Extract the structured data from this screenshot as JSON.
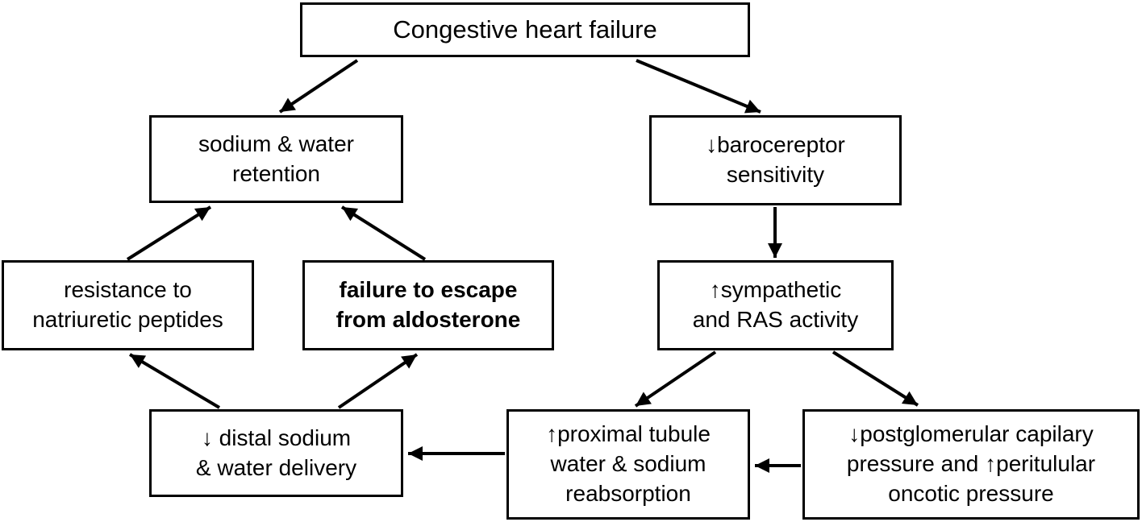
{
  "diagram": {
    "colors": {
      "background": "#ffffff",
      "border": "#000000",
      "text": "#000000",
      "arrow": "#000000"
    },
    "nodes": [
      {
        "id": "chf",
        "label": "Congestive heart failure",
        "lines": [
          "Congestive heart failure"
        ],
        "emphasis": "normal"
      },
      {
        "id": "sodium-water-retention",
        "label": "sodium & water retention",
        "lines": [
          "sodium & water",
          "retention"
        ],
        "emphasis": "normal"
      },
      {
        "id": "barocereptor-sensitivity",
        "label": "↓barocereptor sensitivity",
        "lines": [
          "↓barocereptor",
          "sensitivity"
        ],
        "emphasis": "normal"
      },
      {
        "id": "resistance-natriuretic-peptides",
        "label": "resistance to natriuretic peptides",
        "lines": [
          "resistance to",
          "natriuretic peptides"
        ],
        "emphasis": "normal"
      },
      {
        "id": "failure-escape-aldosterone",
        "label": "failure to escape from aldosterone",
        "lines": [
          "failure to escape",
          "from aldosterone"
        ],
        "emphasis": "bold"
      },
      {
        "id": "sympathetic-ras-activity",
        "label": "↑sympathetic and RAS activity",
        "lines": [
          "↑sympathetic",
          "and RAS activity"
        ],
        "emphasis": "normal"
      },
      {
        "id": "distal-sodium-water-delivery",
        "label": "↓ distal sodium & water delivery",
        "lines": [
          "↓ distal sodium",
          "& water delivery"
        ],
        "emphasis": "normal"
      },
      {
        "id": "proximal-tubule-reabsorption",
        "label": "↑proximal tubule water & sodium reabsorption",
        "lines": [
          "↑proximal tubule",
          "water & sodium",
          "reabsorption"
        ],
        "emphasis": "normal"
      },
      {
        "id": "postglomerular-oncotic-pressure",
        "label": "↓postglomerular capilary pressure and ↑peritulular oncotic pressure",
        "lines": [
          "↓postglomerular capilary",
          "pressure and ↑peritulular",
          "oncotic pressure"
        ],
        "emphasis": "normal"
      }
    ],
    "edges": [
      {
        "from": "chf",
        "to": "sodium-water-retention"
      },
      {
        "from": "chf",
        "to": "barocereptor-sensitivity"
      },
      {
        "from": "resistance-natriuretic-peptides",
        "to": "sodium-water-retention"
      },
      {
        "from": "failure-escape-aldosterone",
        "to": "sodium-water-retention"
      },
      {
        "from": "barocereptor-sensitivity",
        "to": "sympathetic-ras-activity"
      },
      {
        "from": "distal-sodium-water-delivery",
        "to": "resistance-natriuretic-peptides"
      },
      {
        "from": "distal-sodium-water-delivery",
        "to": "failure-escape-aldosterone"
      },
      {
        "from": "sympathetic-ras-activity",
        "to": "proximal-tubule-reabsorption"
      },
      {
        "from": "sympathetic-ras-activity",
        "to": "postglomerular-oncotic-pressure"
      },
      {
        "from": "proximal-tubule-reabsorption",
        "to": "distal-sodium-water-delivery"
      },
      {
        "from": "postglomerular-oncotic-pressure",
        "to": "proximal-tubule-reabsorption"
      }
    ]
  }
}
